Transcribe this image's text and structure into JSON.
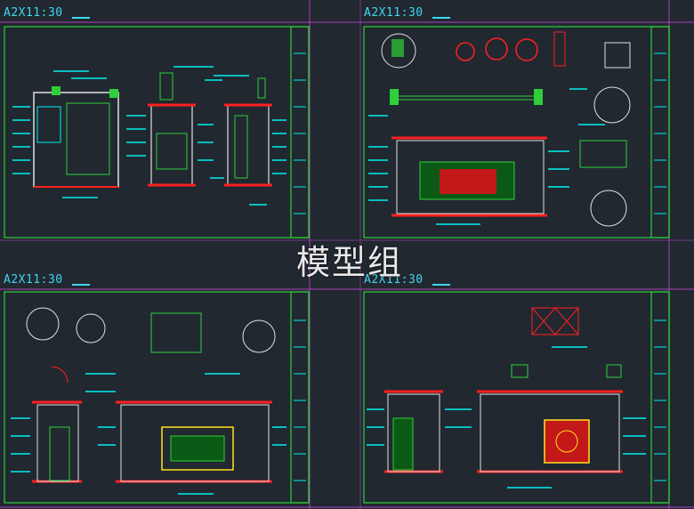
{
  "app": {
    "title": "CAD drawing viewer"
  },
  "sheets": [
    {
      "title": "A2X11:30"
    },
    {
      "title": "A2X11:30"
    },
    {
      "title": "A2X11:30"
    },
    {
      "title": "A2X11:30"
    }
  ],
  "watermark": "模型组",
  "colors": {
    "background": "#212830",
    "frame": "#2fcf3a",
    "annotation": "#00f0f0",
    "accent_red": "#ff2020",
    "guide": "#b040c0",
    "detail": "#ffe020"
  }
}
